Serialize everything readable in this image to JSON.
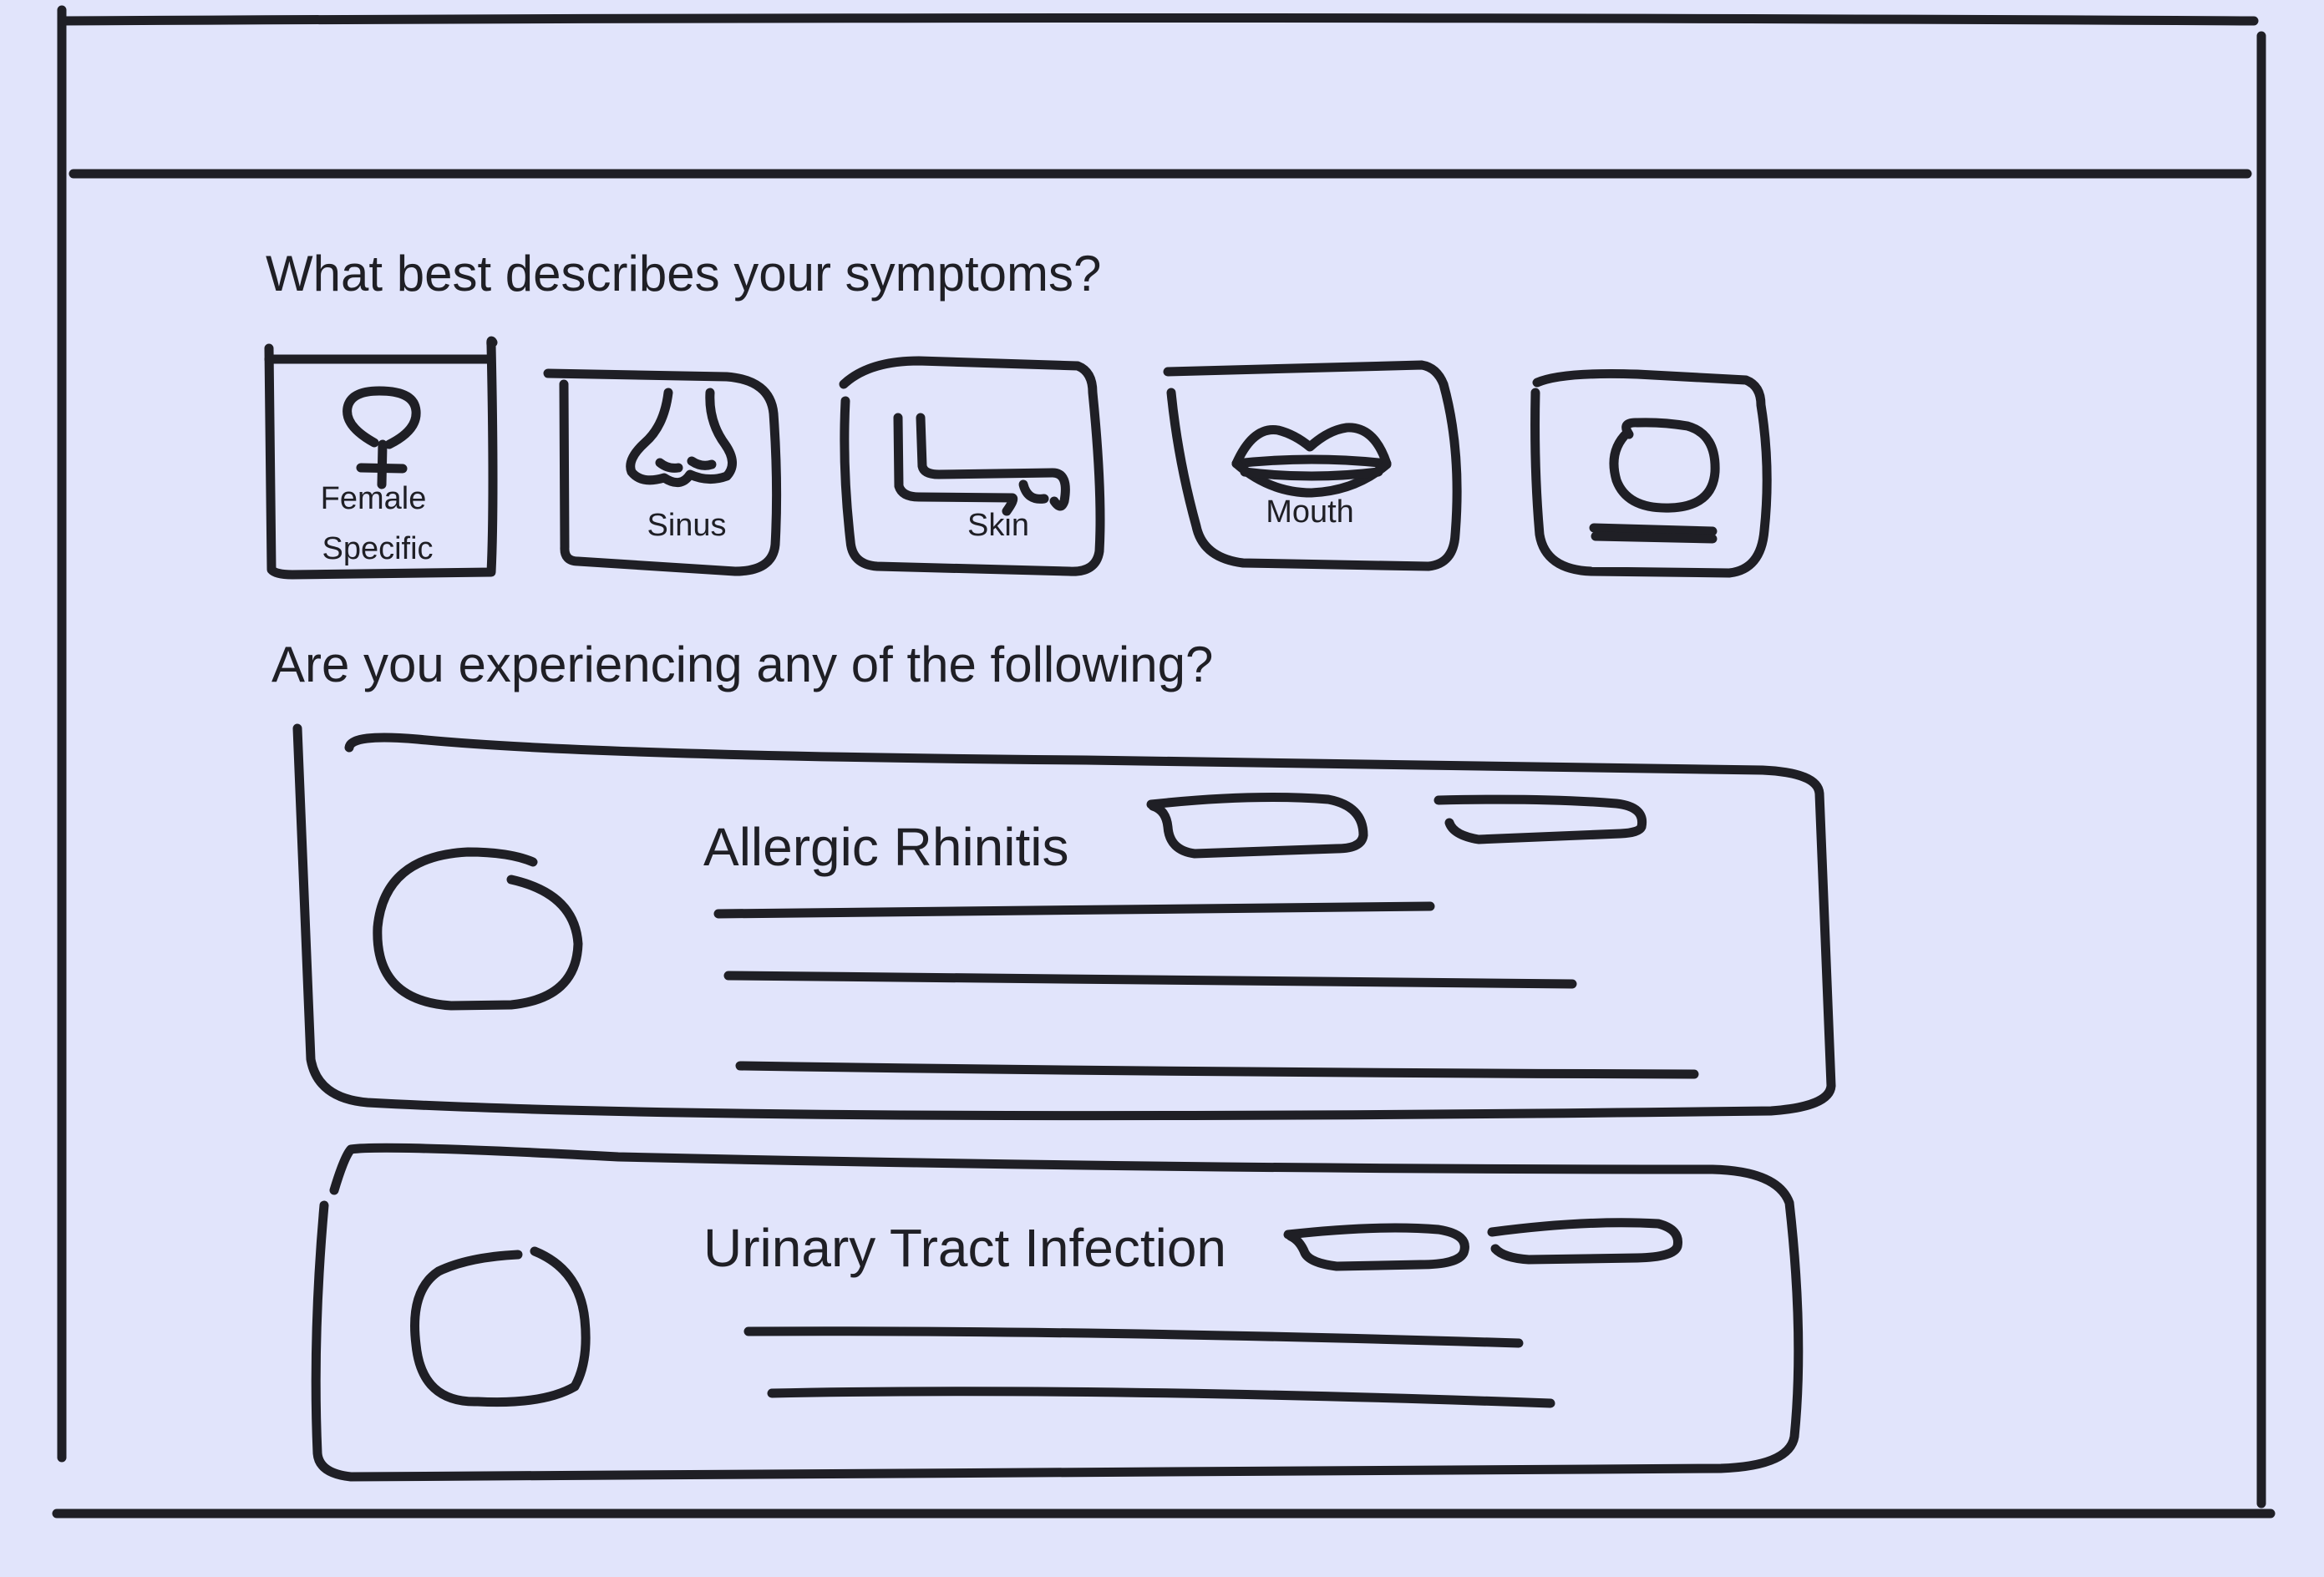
{
  "window": {
    "title": ""
  },
  "questions": {
    "symptoms": "What best describes your symptoms?",
    "following": "Are you experiencing any of the following?"
  },
  "categories": [
    {
      "label_line1": "Female",
      "label_line2": "Specific",
      "icon": "female-symbol-icon"
    },
    {
      "label_line1": "Sinus",
      "label_line2": "",
      "icon": "nose-icon"
    },
    {
      "label_line1": "Skin",
      "label_line2": "",
      "icon": "skin-icon"
    },
    {
      "label_line1": "Mouth",
      "label_line2": "",
      "icon": "lips-icon"
    },
    {
      "label_line1": "",
      "label_line2": "",
      "icon": "placeholder-icon"
    }
  ],
  "conditions": [
    {
      "title": "Allergic Rhinitis"
    },
    {
      "title": "Urinary Tract Infection"
    }
  ],
  "colors": {
    "background": "#e1e4fb",
    "stroke": "#1f1f25"
  }
}
